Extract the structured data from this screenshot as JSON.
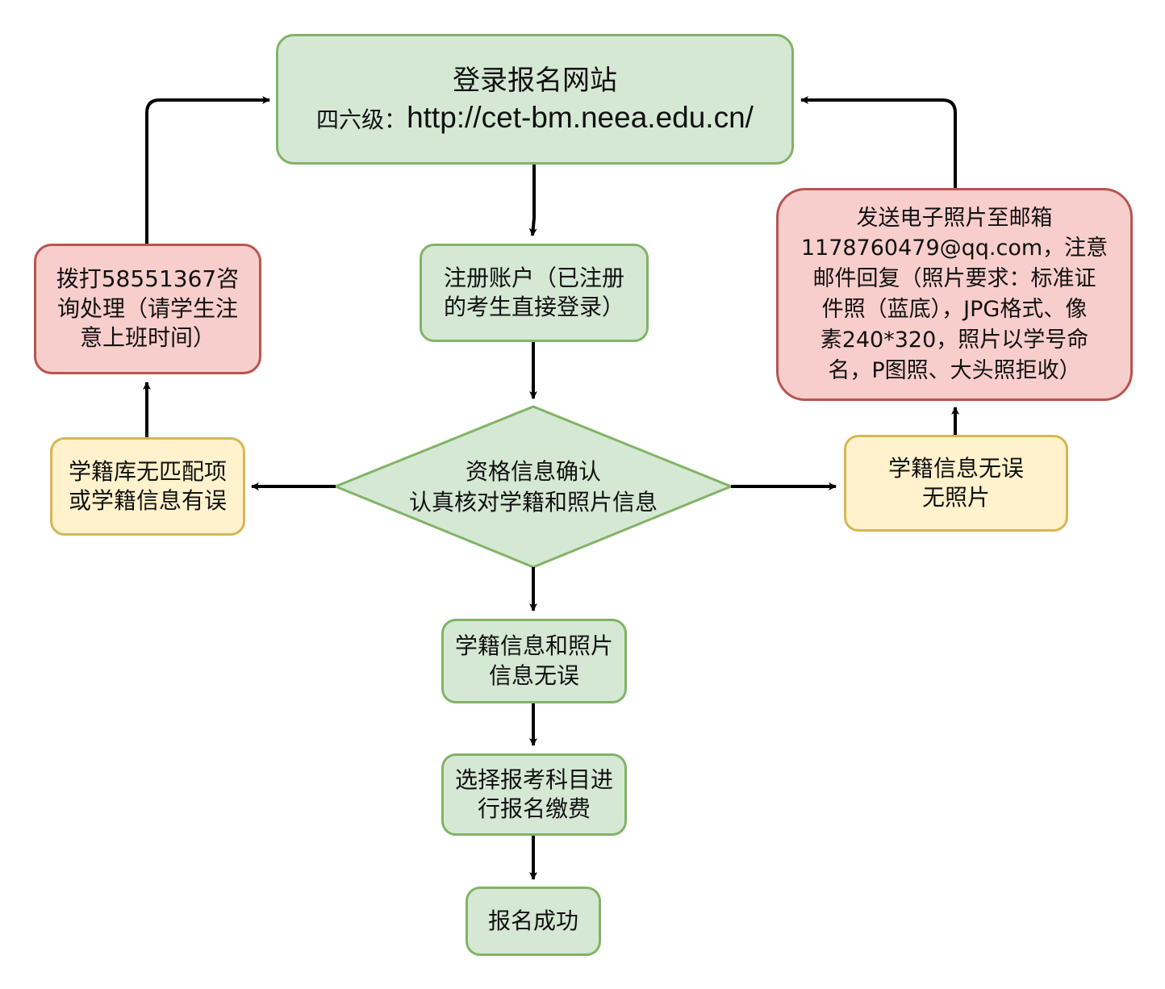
{
  "nodes": {
    "login": {
      "title": "登录报名网站",
      "url_prefix": "四六级：",
      "url": "http://cet-bm.neea.edu.cn/"
    },
    "register": {
      "line1": "注册账户（已注册",
      "line2": "的考生直接登录）"
    },
    "confirm": {
      "line1": "资格信息确认",
      "line2": "认真核对学籍和照片信息"
    },
    "mismatch": {
      "line1": "学籍库无匹配项",
      "line2": "或学籍信息有误"
    },
    "call": {
      "line1": "拨打58551367咨",
      "line2": "询处理（请学生注",
      "line3": "意上班时间）"
    },
    "no_photo": {
      "line1": "学籍信息无误",
      "line2": "无照片"
    },
    "email": {
      "line1": "发送电子照片至邮箱",
      "line2": "1178760479@qq.com，注意",
      "line3": "邮件回复（照片要求：标准证",
      "line4": "件照（蓝底），JPG格式、像",
      "line5": "素240*320，照片以学号命",
      "line6": "名，P图照、大头照拒收）"
    },
    "correct": {
      "line1": "学籍信息和照片",
      "line2": "信息无误"
    },
    "choose": {
      "line1": "选择报考科目进",
      "line2": "行报名缴费"
    },
    "success": {
      "label": "报名成功"
    }
  },
  "colors": {
    "green_fill": "#d5e8d4",
    "green_stroke": "#82b366",
    "red_fill": "#f8cecc",
    "red_stroke": "#b85450",
    "yellow_fill": "#fff2cc",
    "yellow_stroke": "#d6b656",
    "arrow": "#000000"
  }
}
